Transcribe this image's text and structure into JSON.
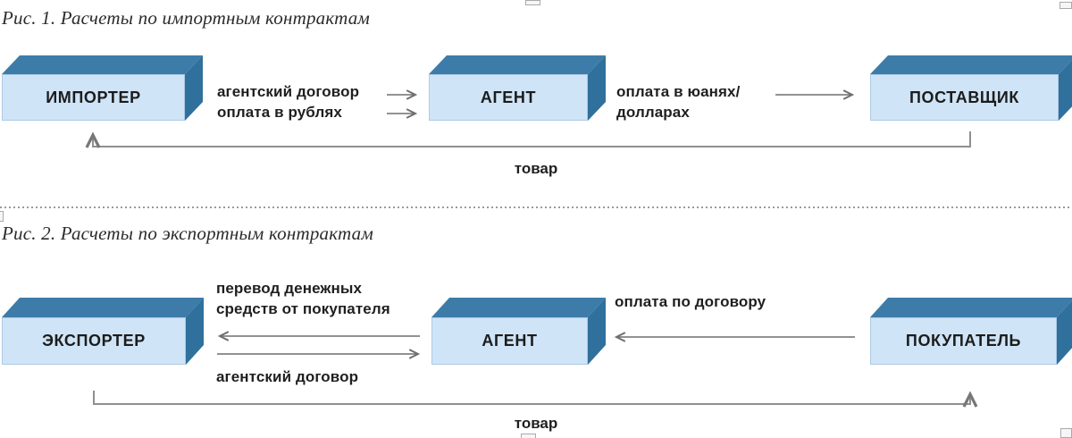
{
  "figure1": {
    "title": "Рис. 1. Расчеты по импортным контрактам",
    "nodes": {
      "importer": "ИМПОРТЕР",
      "agent": "АГЕНТ",
      "supplier": "ПОСТАВЩИК"
    },
    "labels": {
      "agency_contract": "агентский договор",
      "payment_rubles": "оплата в рублях",
      "payment_yuan": [
        "оплата в юанях/",
        "долларах"
      ],
      "goods": "товар"
    }
  },
  "figure2": {
    "title": "Рис. 2. Расчеты по экспортным контрактам",
    "nodes": {
      "exporter": "ЭКСПОРТЕР",
      "agent": "АГЕНТ",
      "buyer": "ПОКУПАТЕЛЬ"
    },
    "labels": {
      "transfer": [
        "перевод денежных",
        "средств от покупателя"
      ],
      "agency_contract": "агентский договор",
      "payment_contract": "оплата по договору",
      "goods": "товар"
    }
  },
  "colors": {
    "box_front": "#cfe4f6",
    "box_top": "#3d7ca9",
    "box_side": "#30709c",
    "arrow": "#6e6e6e",
    "return_line": "#8f8f8f"
  }
}
